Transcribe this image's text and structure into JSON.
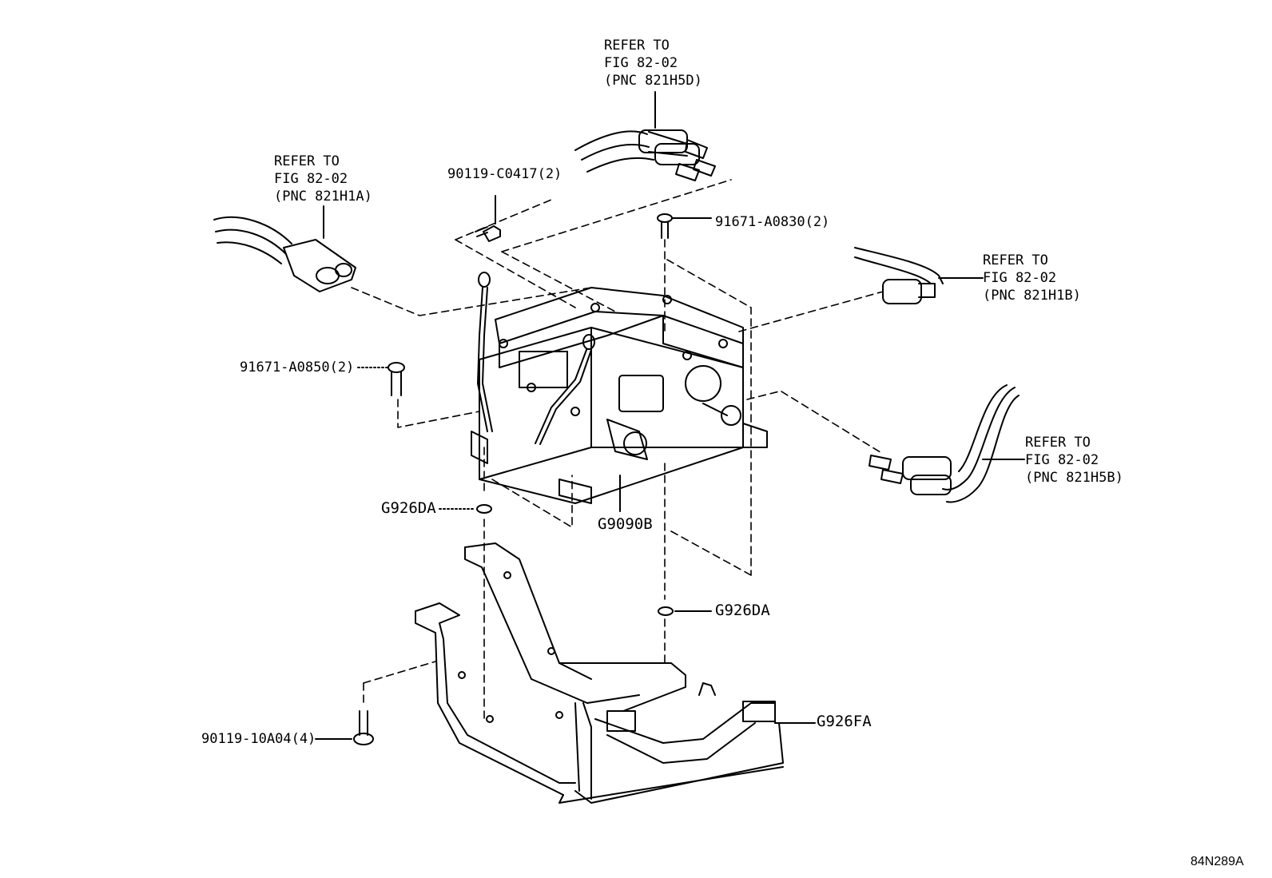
{
  "refs": {
    "top": [
      "REFER TO",
      "FIG 82-02",
      "(PNC 821H5D)"
    ],
    "left": [
      "REFER TO",
      "FIG 82-02",
      "(PNC 821H1A)"
    ],
    "right": [
      "REFER TO",
      "FIG 82-02",
      "(PNC 821H1B)"
    ],
    "right2": [
      "REFER TO",
      "FIG 82-02",
      "(PNC 821H5B)"
    ]
  },
  "parts": {
    "bolt_top": "90119-C0417(2)",
    "bolt_right": "91671-A0830(2)",
    "bolt_left": "91671-A0850(2)",
    "washer_left": "G926DA",
    "inverter": "G9090B",
    "washer_right": "G926DA",
    "bracket": "G926FA",
    "bolt_bottom": "90119-10A04(4)"
  },
  "figure_code": "84N289A"
}
